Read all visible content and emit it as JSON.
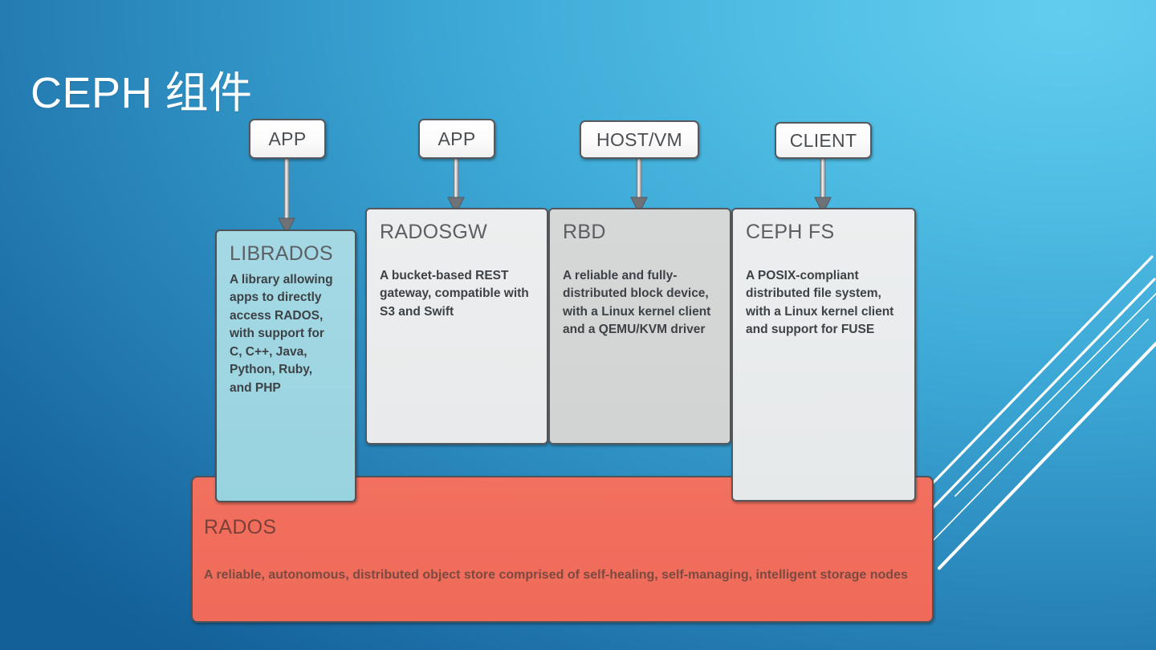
{
  "slide": {
    "title": "CEPH 组件",
    "background": {
      "light": "#63cdee",
      "dark": "#135f97"
    },
    "decoration": "diagonal-white-streaks"
  },
  "clients": [
    {
      "id": "app-1",
      "label": "APP"
    },
    {
      "id": "app-2",
      "label": "APP"
    },
    {
      "id": "host-vm",
      "label": "HOST/VM"
    },
    {
      "id": "client",
      "label": "CLIENT"
    }
  ],
  "layers": {
    "librados": {
      "title": "LIBRADOS",
      "body": "A library allowing\napps to directly\naccess RADOS,\nwith support for\nC, C++, Java,\nPython, Ruby,\nand PHP",
      "color": "#9ed5e2"
    },
    "radosgw": {
      "title": "RADOSGW",
      "body": "A bucket-based REST\ngateway, compatible with\nS3 and Swift",
      "color": "#eceeef"
    },
    "rbd": {
      "title": "RBD",
      "body": "A reliable and fully-\ndistributed block device,\nwith a Linux kernel client\nand a QEMU/KVM driver",
      "color": "#d5d7d7"
    },
    "cephfs": {
      "title": "CEPH FS",
      "body": "A POSIX-compliant\ndistributed file system,\nwith a Linux kernel client\nand support for FUSE",
      "color": "#eceeef"
    },
    "rados": {
      "title": "RADOS",
      "body": "A reliable, autonomous, distributed object store comprised of self-healing, self-managing, intelligent storage nodes",
      "color": "#f2705f"
    }
  }
}
